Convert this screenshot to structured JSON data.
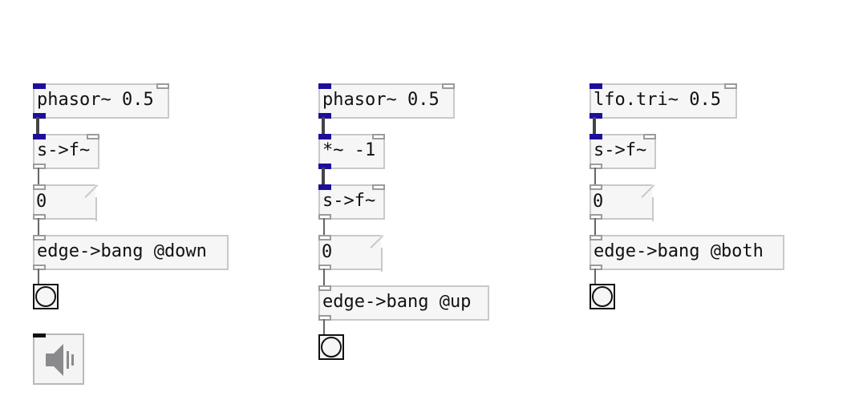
{
  "patch": {
    "column_left": {
      "source_object": "phasor~ 0.5",
      "convert_object": "s->f~",
      "number_value": "0",
      "edge_object": "edge->bang @down"
    },
    "column_middle": {
      "source_object": "phasor~ 0.5",
      "multiply_object": "*~ -1",
      "convert_object": "s->f~",
      "number_value": "0",
      "edge_object": "edge->bang @up"
    },
    "column_right": {
      "source_object": "lfo.tri~ 0.5",
      "convert_object": "s->f~",
      "number_value": "0",
      "edge_object": "edge->bang @both"
    },
    "dsp_toggle": {
      "icon": "speaker-icon"
    }
  },
  "colors": {
    "signal_port": "#1d0f9c",
    "object_fill": "#f6f6f7",
    "object_border": "#c9c9cc"
  }
}
